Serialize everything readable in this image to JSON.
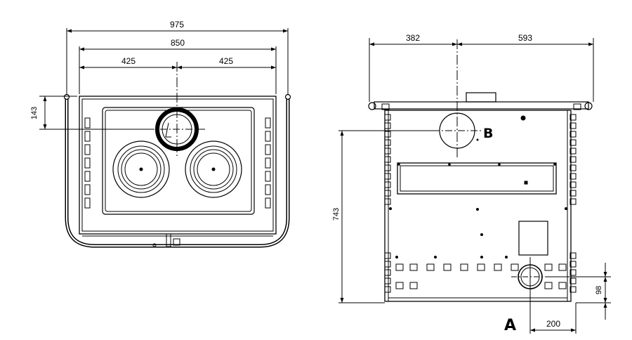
{
  "drawing": {
    "top_view": {
      "dim_overall_width": "975",
      "dim_inner_width": "850",
      "dim_left_half": "425",
      "dim_right_half": "425",
      "dim_flue_offset": "143"
    },
    "front_view": {
      "dim_left_to_flue": "382",
      "dim_flue_to_right": "593",
      "dim_flue_height": "743",
      "dim_bottom_outlet_height": "98",
      "dim_bottom_outlet_offset": "200",
      "label_top_outlet": "B",
      "label_bottom_outlet": "A"
    }
  },
  "colors": {
    "line": "#000000",
    "hatch_fill": "#000000",
    "background": "#ffffff"
  }
}
